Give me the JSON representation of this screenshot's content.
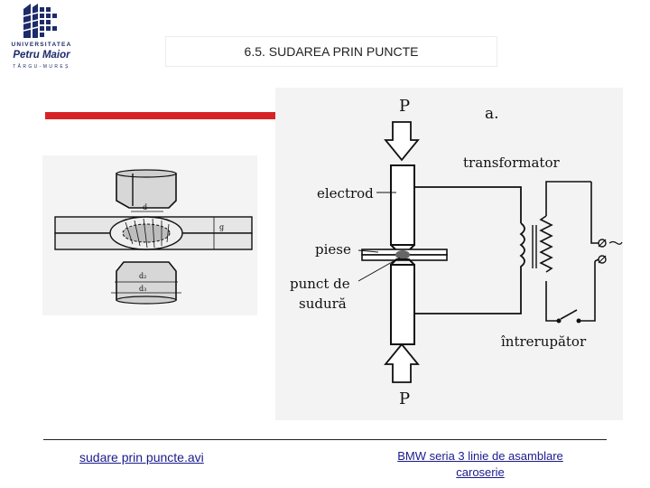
{
  "logo": {
    "line1": "UNIVERSITATEA",
    "line2": "Petru Maior",
    "line3": "TÂRGU-MUREȘ"
  },
  "slide": {
    "title": "6.5. SUDAREA PRIN PUNCTE"
  },
  "left_figure": {
    "label_d": "d",
    "label_g": "g",
    "label_d2": "d₂",
    "label_d3": "d₃"
  },
  "right_figure": {
    "label_p_top": "P",
    "label_a": "a.",
    "label_transformator": "transformator",
    "label_electrod": "electrod",
    "label_piese": "piese",
    "label_punct1": "punct de",
    "label_punct2": "sudură",
    "label_intrerupator": "întrerupător",
    "label_p_bottom": "P"
  },
  "links": {
    "video": "sudare prin puncte.avi",
    "bmw_line1": "BMW seria 3 linie de asamblare",
    "bmw_line2": "caroserie"
  },
  "colors": {
    "accent": "#d62426",
    "logo_blue": "#1d2b6b",
    "link": "#1a1a8c"
  }
}
